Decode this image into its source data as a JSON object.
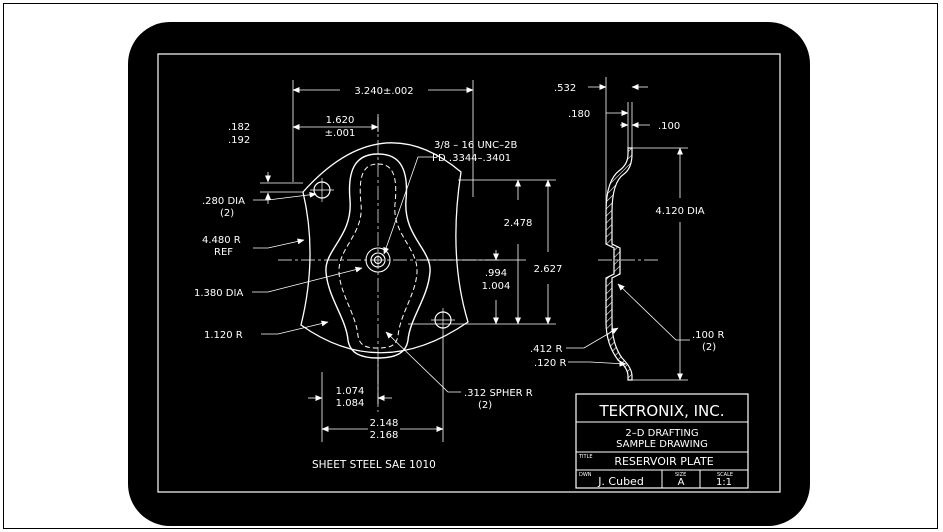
{
  "dimensions": {
    "overall_width": "3.240±.002",
    "half_width": "1.620",
    "half_width_tol": "±.001",
    "top_offset_a": ".182",
    "top_offset_b": ".192",
    "hole_dia": ".280 DIA",
    "hole_qty": "(2)",
    "outer_radius": "4.480 R",
    "outer_radius_note": "REF",
    "center_dia": "1.380 DIA",
    "lobe_radius": "1.120 R",
    "thread_spec": "3/8 – 16 UNC–2B",
    "thread_pd": "PD .3344–.3401",
    "height_a": "2.478",
    "height_b": "2.627",
    "center_offset_a": ".994",
    "center_offset_b": "1.004",
    "lobe_offset_a": "1.074",
    "lobe_offset_b": "1.084",
    "spher_radius": ".312 SPHER R",
    "spher_qty": "(2)",
    "hole_spacing_a": "2.148",
    "hole_spacing_b": "2.168",
    "side_depth": ".532",
    "side_step": ".180",
    "side_thickness": ".100",
    "side_dia": "4.120 DIA",
    "bend_radius_outer": ".412 R",
    "bend_radius_inner": ".120 R",
    "fillet_radius": ".100 R",
    "fillet_qty": "(2)"
  },
  "material_note": "SHEET STEEL SAE 1010",
  "title_block": {
    "company": "TEKTRONIX, INC.",
    "subtitle_line1": "2–D DRAFTING",
    "subtitle_line2": "SAMPLE DRAWING",
    "title_label": "TITLE",
    "title": "RESERVOIR PLATE",
    "drawn_label": "DWN",
    "drawn_by": "J. Cubed",
    "size_label": "SIZE",
    "size": "A",
    "scale_label": "SCALE",
    "scale": "1:1"
  }
}
